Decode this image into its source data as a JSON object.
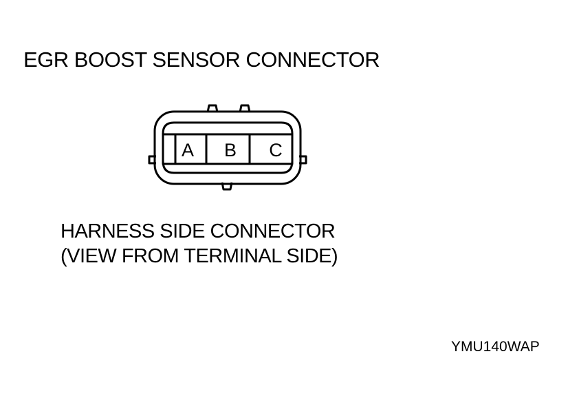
{
  "title": "EGR BOOST SENSOR CONNECTOR",
  "connector": {
    "terminals": [
      "A",
      "B",
      "C"
    ]
  },
  "caption": {
    "line1": "HARNESS SIDE CONNECTOR",
    "line2": "(VIEW FROM TERMINAL SIDE)"
  },
  "reference_code": "YMU140WAP",
  "colors": {
    "line": "#000000",
    "background": "#ffffff"
  }
}
